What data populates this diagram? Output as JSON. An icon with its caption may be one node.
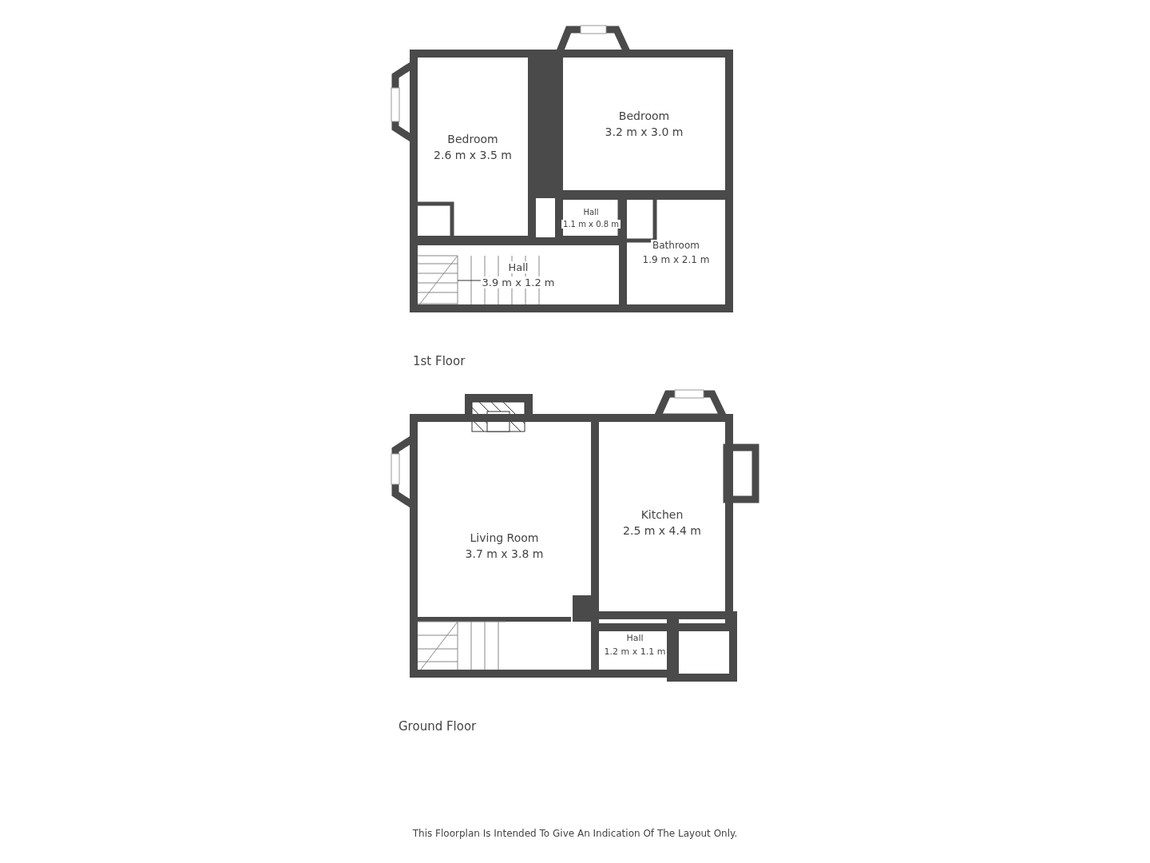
{
  "diagram": {
    "nodes": [
      {
        "text": [
          "Bedroom",
          "2.6 m x 3.5 m"
        ]
      },
      {
        "text": [
          "Bedroom",
          "3.2 m x 3.0 m"
        ]
      },
      {
        "text": [
          "Hall",
          "1.1 m x 0.8 m"
        ]
      },
      {
        "text": [
          "Bathroom",
          "1.9 m x 2.1 m"
        ]
      },
      {
        "text": [
          "Hall",
          "3.9 m x 1.2 m"
        ]
      },
      {
        "text": [
          "Living Room",
          "3.7 m x 3.8 m"
        ]
      },
      {
        "text": [
          "Kitchen",
          "2.5 m x 4.4 m"
        ]
      },
      {
        "text": [
          "Hall",
          "1.2 m x 1.1 m"
        ]
      }
    ],
    "edges": [],
    "labels": [
      "1st Floor",
      "Ground Floor",
      "This Floorplan Is Intended To Give An Indication Of The Layout Only."
    ]
  }
}
